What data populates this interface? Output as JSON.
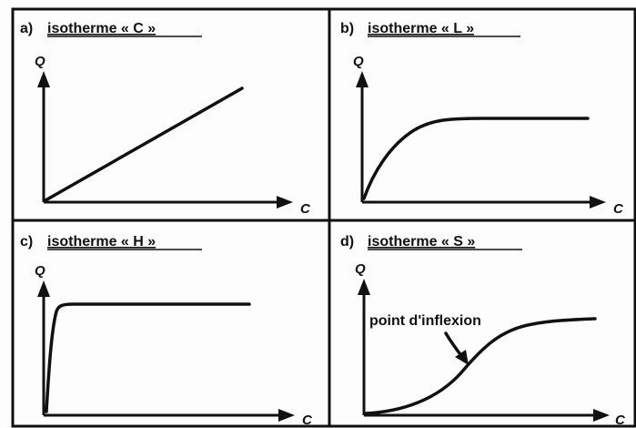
{
  "panels": [
    {
      "id": "a",
      "prefix": "a)",
      "title": "isotherme « C »",
      "y_axis_label": "Q",
      "x_axis_label": "C",
      "curve_shape": "linear"
    },
    {
      "id": "b",
      "prefix": "b)",
      "title": "isotherme « L »",
      "y_axis_label": "Q",
      "x_axis_label": "C",
      "curve_shape": "saturating-rise-then-plateau"
    },
    {
      "id": "c",
      "prefix": "c)",
      "title": "isotherme « H »",
      "y_axis_label": "Q",
      "x_axis_label": "C",
      "curve_shape": "near-vertical-rise-then-plateau"
    },
    {
      "id": "d",
      "prefix": "d)",
      "title": "isotherme « S »",
      "y_axis_label": "Q",
      "x_axis_label": "C",
      "curve_shape": "sigmoid",
      "annotation": "point d'inflexion",
      "annotation_has_arrow": true
    }
  ],
  "colors": {
    "ink": "#111111",
    "background": "#fdfdfd"
  }
}
